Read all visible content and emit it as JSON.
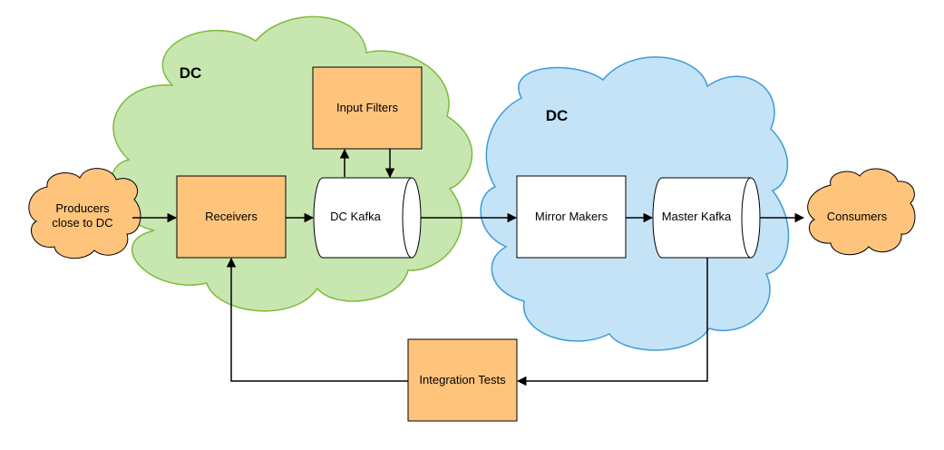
{
  "colors": {
    "orange_fill": "#FFC47C",
    "green_cloud_fill": "#C8E6B0",
    "green_cloud_stroke": "#7DBB3A",
    "blue_cloud_fill": "#C4E3F6",
    "blue_cloud_stroke": "#3D9CD8",
    "line": "#000000"
  },
  "clouds": {
    "dc_left_label": "DC",
    "dc_right_label": "DC",
    "producers_line1": "Producers",
    "producers_line2": "close to DC",
    "consumers": "Consumers"
  },
  "boxes": {
    "receivers": "Receivers",
    "input_filters": "Input Filters",
    "mirror_makers": "Mirror Makers",
    "integration_tests": "Integration Tests"
  },
  "cylinders": {
    "dc_kafka": "DC Kafka",
    "master_kafka": "Master Kafka"
  }
}
